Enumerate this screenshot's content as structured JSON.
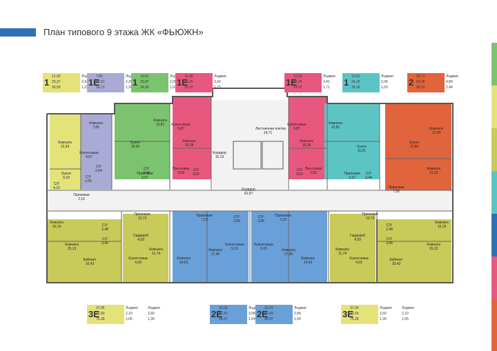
{
  "title": "План типового 9 этажа ЖК «ФЬЮЖН»",
  "colors": {
    "yellow": "#e4e37a",
    "purple": "#a9abd6",
    "green": "#7cc36f",
    "pink": "#e8587e",
    "teal": "#5cc5c4",
    "orange": "#e0643c",
    "blue": "#6aa0d8",
    "olive": "#c8ca5a"
  },
  "badges_top": [
    {
      "type": "1",
      "n": [
        "12,93",
        "29,37",
        "30,59"
      ],
      "t": [
        "Лоджия",
        "2,43",
        "1,22"
      ]
    },
    {
      "type": "1Е",
      "n": [
        "7,85",
        "18,51",
        "19,71"
      ],
      "t": [
        "Лоджия",
        "2,39",
        "1,20"
      ]
    },
    {
      "type": "1",
      "n": [
        "13,81",
        "33,87",
        "34,90"
      ],
      "t": [
        "Лоджия",
        "2,05",
        "1,03"
      ]
    },
    {
      "type": "1Е",
      "n": [
        "10,28",
        "23,26",
        "24,97"
      ],
      "t": [
        "Лоджия",
        "3,42",
        "1,71"
      ]
    },
    {
      "type": "1Е",
      "n": [
        "10,28",
        "23,26",
        "24,97"
      ],
      "t": [
        "Лоджия",
        "3,42",
        "1,71"
      ]
    },
    {
      "type": "1",
      "n": [
        "13,81",
        "34,23",
        "35,26"
      ],
      "t": [
        "Лоджия",
        "2,05",
        "1,03"
      ]
    },
    {
      "type": "2",
      "n": [
        "29,77",
        "54,08",
        "56,52"
      ],
      "t": [
        "Лоджия",
        "4,89",
        "2,44"
      ]
    }
  ],
  "badges_bottom": [
    {
      "type": "3Е",
      "n": [
        "37,06",
        "72,93",
        "75,28"
      ],
      "t": [
        "Лоджия",
        "2,10",
        "1,05"
      ],
      "t2": [
        "Лоджия",
        "2,60",
        "1,30"
      ]
    },
    {
      "type": "2Е",
      "n": [
        "32,03",
        "47,43",
        "48,97"
      ],
      "t": [
        "Лоджия",
        "3,08",
        "1,54"
      ]
    },
    {
      "type": "2Е",
      "n": [
        "32,03",
        "47,43",
        "48,97"
      ],
      "t": [
        "Лоджия",
        "3,08",
        "1,54"
      ]
    },
    {
      "type": "3Е",
      "n": [
        "37,06",
        "72,93",
        "75,28"
      ],
      "t": [
        "Лоджия",
        "2,60",
        "1,30"
      ],
      "t2": [
        "Лоджия",
        "2,10",
        "1,05"
      ]
    }
  ],
  "rooms": [
    {
      "l": "Комната",
      "a": "12,93"
    },
    {
      "l": "Кухня",
      "a": "9,33"
    },
    {
      "l": "С/У",
      "a": "4,15"
    },
    {
      "l": "Прихожая",
      "a": "2,16"
    },
    {
      "l": "Комната",
      "a": "7,85"
    },
    {
      "l": "Кухня-ниша",
      "a": "4,67"
    },
    {
      "l": "С/У",
      "a": "2,54"
    },
    {
      "l": "С/У",
      "a": "2,65"
    },
    {
      "l": "Кухня",
      "a": "10,65"
    },
    {
      "l": "Комната",
      "a": "13,81"
    },
    {
      "l": "С/У",
      "a": "3,44"
    },
    {
      "l": "Прихожая",
      "a": "5,97"
    },
    {
      "l": "Кухня-ниша",
      "a": "5,87"
    },
    {
      "l": "Комната",
      "a": "10,28"
    },
    {
      "l": "При-хожая",
      "a": "3,59"
    },
    {
      "l": "С/У",
      "a": "3,52"
    },
    {
      "l": "Коридор",
      "a": "15,19"
    },
    {
      "l": "Лестничная клетка",
      "a": "14,71"
    },
    {
      "l": "Коридор",
      "a": "42,97"
    },
    {
      "l": "Кухня-ниша",
      "a": "5,87"
    },
    {
      "l": "Комната",
      "a": "10,28"
    },
    {
      "l": "С/У",
      "a": "3,52"
    },
    {
      "l": "При-хожая",
      "a": "3,59"
    },
    {
      "l": "Комната",
      "a": "13,81"
    },
    {
      "l": "Кухня",
      "a": "11,01"
    },
    {
      "l": "Прихожая",
      "a": "5,97"
    },
    {
      "l": "С/У",
      "a": "3,44"
    },
    {
      "l": "Комната",
      "a": "17,64"
    },
    {
      "l": "Кухня",
      "a": "12,85"
    },
    {
      "l": "Комната",
      "a": "12,13"
    },
    {
      "l": "Прихожая",
      "a": "7,55"
    },
    {
      "l": "Комната",
      "a": "10,19"
    },
    {
      "l": "С/У",
      "a": "2,48"
    },
    {
      "l": "С/У",
      "a": "3,45"
    },
    {
      "l": "Прихожая",
      "a": "12,73"
    },
    {
      "l": "Комната",
      "a": "15,13"
    },
    {
      "l": "Кабинет",
      "a": "10,43"
    },
    {
      "l": "Гардероб",
      "a": "4,09"
    },
    {
      "l": "Комната",
      "a": "11,74"
    },
    {
      "l": "Кухня-ниша",
      "a": "4,69"
    },
    {
      "l": "Прихожая",
      "a": "7,19"
    },
    {
      "l": "С/У",
      "a": "3,06"
    },
    {
      "l": "Комната",
      "a": "17,40"
    },
    {
      "l": "Кухня-ниша",
      "a": "5,15"
    },
    {
      "l": "Комната",
      "a": "14,63"
    },
    {
      "l": "Прихожая",
      "a": "7,19"
    },
    {
      "l": "С/У",
      "a": "3,06"
    },
    {
      "l": "Комната",
      "a": "17,40"
    },
    {
      "l": "Кухня-ниша",
      "a": "5,15"
    },
    {
      "l": "Комната",
      "a": "14,63"
    },
    {
      "l": "Прихожая",
      "a": "12,73"
    },
    {
      "l": "С/У",
      "a": "2,48"
    },
    {
      "l": "С/У",
      "a": "3,45"
    },
    {
      "l": "Комната",
      "a": "10,19"
    },
    {
      "l": "Комната",
      "a": "15,13"
    },
    {
      "l": "Кабинет",
      "a": "10,43"
    },
    {
      "l": "Гардероб",
      "a": "4,09"
    },
    {
      "l": "Комната",
      "a": "11,74"
    },
    {
      "l": "Кухня-ниша",
      "a": "4,69"
    }
  ]
}
